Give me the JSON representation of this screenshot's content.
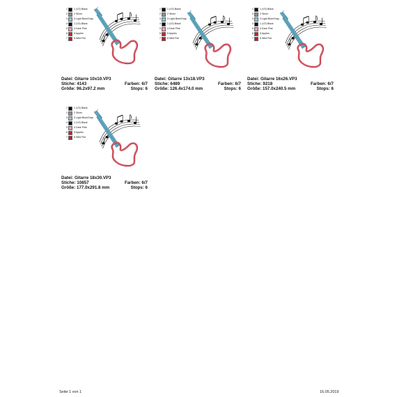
{
  "legend": [
    {
      "num": "1",
      "name": "1 (V2) Black",
      "color": "#111111"
    },
    {
      "num": "2",
      "name": "2 Silver",
      "color": "#8c8f93"
    },
    {
      "num": "3",
      "name": "3 Light Blue/Gray",
      "color": "#8fc3d8"
    },
    {
      "num": "4",
      "name": "1 (V2) Black",
      "color": "#111111"
    },
    {
      "num": "5",
      "name": "4 Dark Pink",
      "color": "#e6a0bd"
    },
    {
      "num": "6",
      "name": "5 Apples",
      "color": "#c0282f"
    },
    {
      "num": "7",
      "name": "6 Wild Fire",
      "color": "#b8202a"
    }
  ],
  "designs": [
    {
      "datei_label": "Datei:",
      "datei": "Gitarre 10x10.VP3",
      "stiche_label": "Stiche:",
      "stiche": "4143",
      "groesse_label": "Größe:",
      "groesse": "96.2x97.2 mm",
      "farben_label": "Farben:",
      "farben": "6/7",
      "stops_label": "Stops:",
      "stops": "6"
    },
    {
      "datei_label": "Datei:",
      "datei": "Gitarre 13x18.VP3",
      "stiche_label": "Stiche:",
      "stiche": "6489",
      "groesse_label": "Größe:",
      "groesse": "126.4x174.0 mm",
      "farben_label": "Farben:",
      "farben": "6/7",
      "stops_label": "Stops:",
      "stops": "6"
    },
    {
      "datei_label": "Datei:",
      "datei": "Gitarre 16x26.VP3",
      "stiche_label": "Stiche:",
      "stiche": "9218",
      "groesse_label": "Größe:",
      "groesse": "157.0x240.5 mm",
      "farben_label": "Farben:",
      "farben": "6/7",
      "stops_label": "Stops:",
      "stops": "6"
    },
    {
      "datei_label": "Datei:",
      "datei": "Gitarre 18x30.VP3",
      "stiche_label": "Stiche:",
      "stiche": "10857",
      "groesse_label": "Größe:",
      "groesse": "177.0x291.8 mm",
      "farben_label": "Farben:",
      "farben": "6/7",
      "stops_label": "Stops:",
      "stops": "6"
    }
  ],
  "footer": {
    "page": "Seite 1 von 1",
    "date": "16.05.2019"
  },
  "colors": {
    "body_outline": "#c0282f",
    "neck": "#5fa6bf",
    "notes": "#111111"
  }
}
